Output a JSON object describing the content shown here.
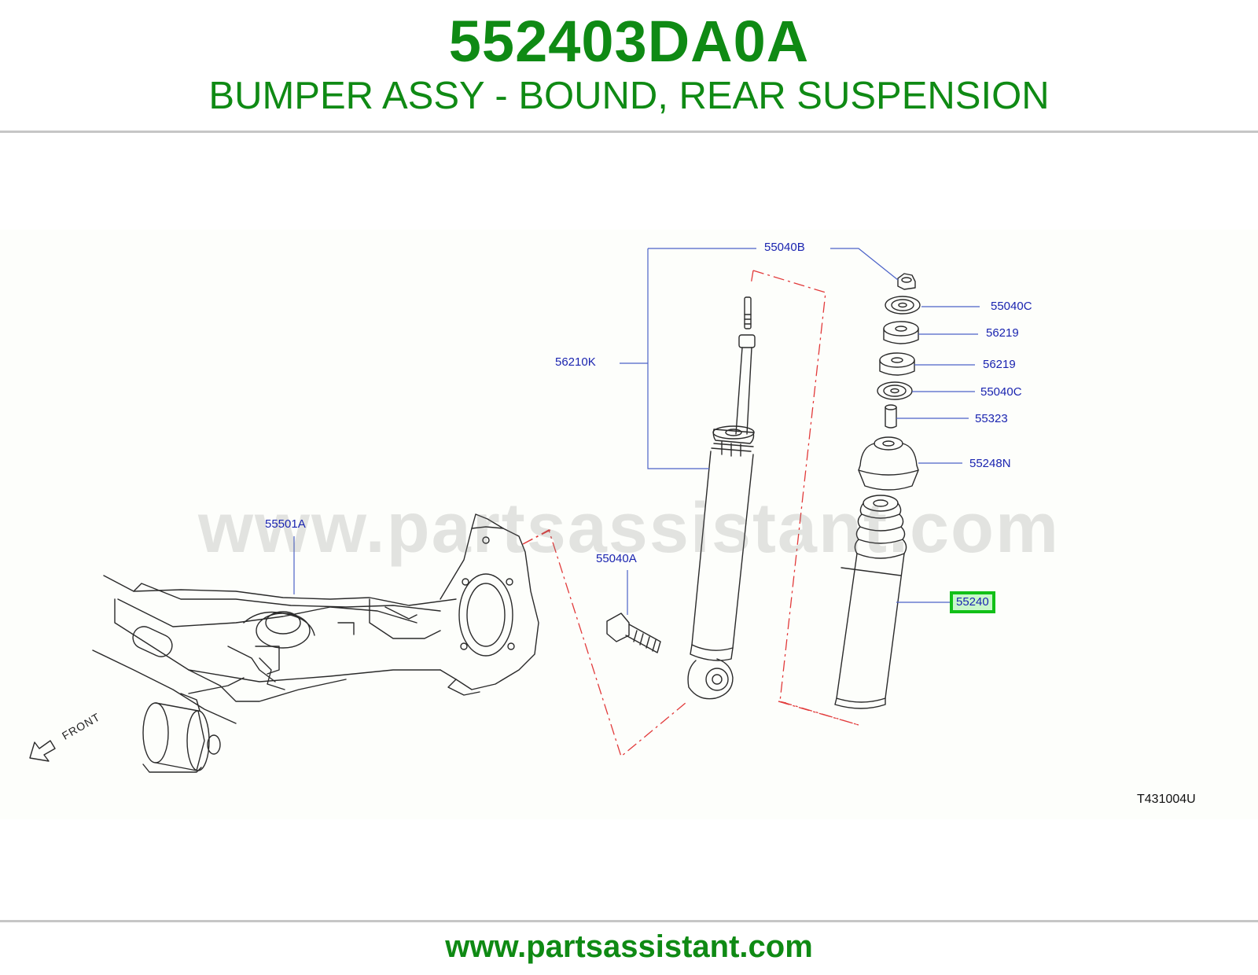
{
  "header": {
    "part_number": "552403DA0A",
    "description": "BUMPER ASSY - BOUND, REAR SUSPENSION"
  },
  "diagram": {
    "watermark": "www.partsassistant.com",
    "callouts": {
      "c55040B": "55040B",
      "c55040C_top": "55040C",
      "c56219_top": "56219",
      "c56219_bottom": "56219",
      "c55040C_bottom": "55040C",
      "c55323": "55323",
      "c55248N": "55248N",
      "c56210K": "56210K",
      "c55501A": "55501A",
      "c55040A": "55040A",
      "c55240": "55240"
    },
    "selected_part": "55240",
    "front_label": "FRONT",
    "ref_code": "T431004U"
  },
  "footer": {
    "link": "www.partsassistant.com"
  },
  "colors": {
    "brand_green": "#0f8a14",
    "callout_blue": "#1a24b0",
    "highlight_border": "#12c018",
    "highlight_fill": "#c9f7cb",
    "phantom_red": "#e23a3a"
  }
}
